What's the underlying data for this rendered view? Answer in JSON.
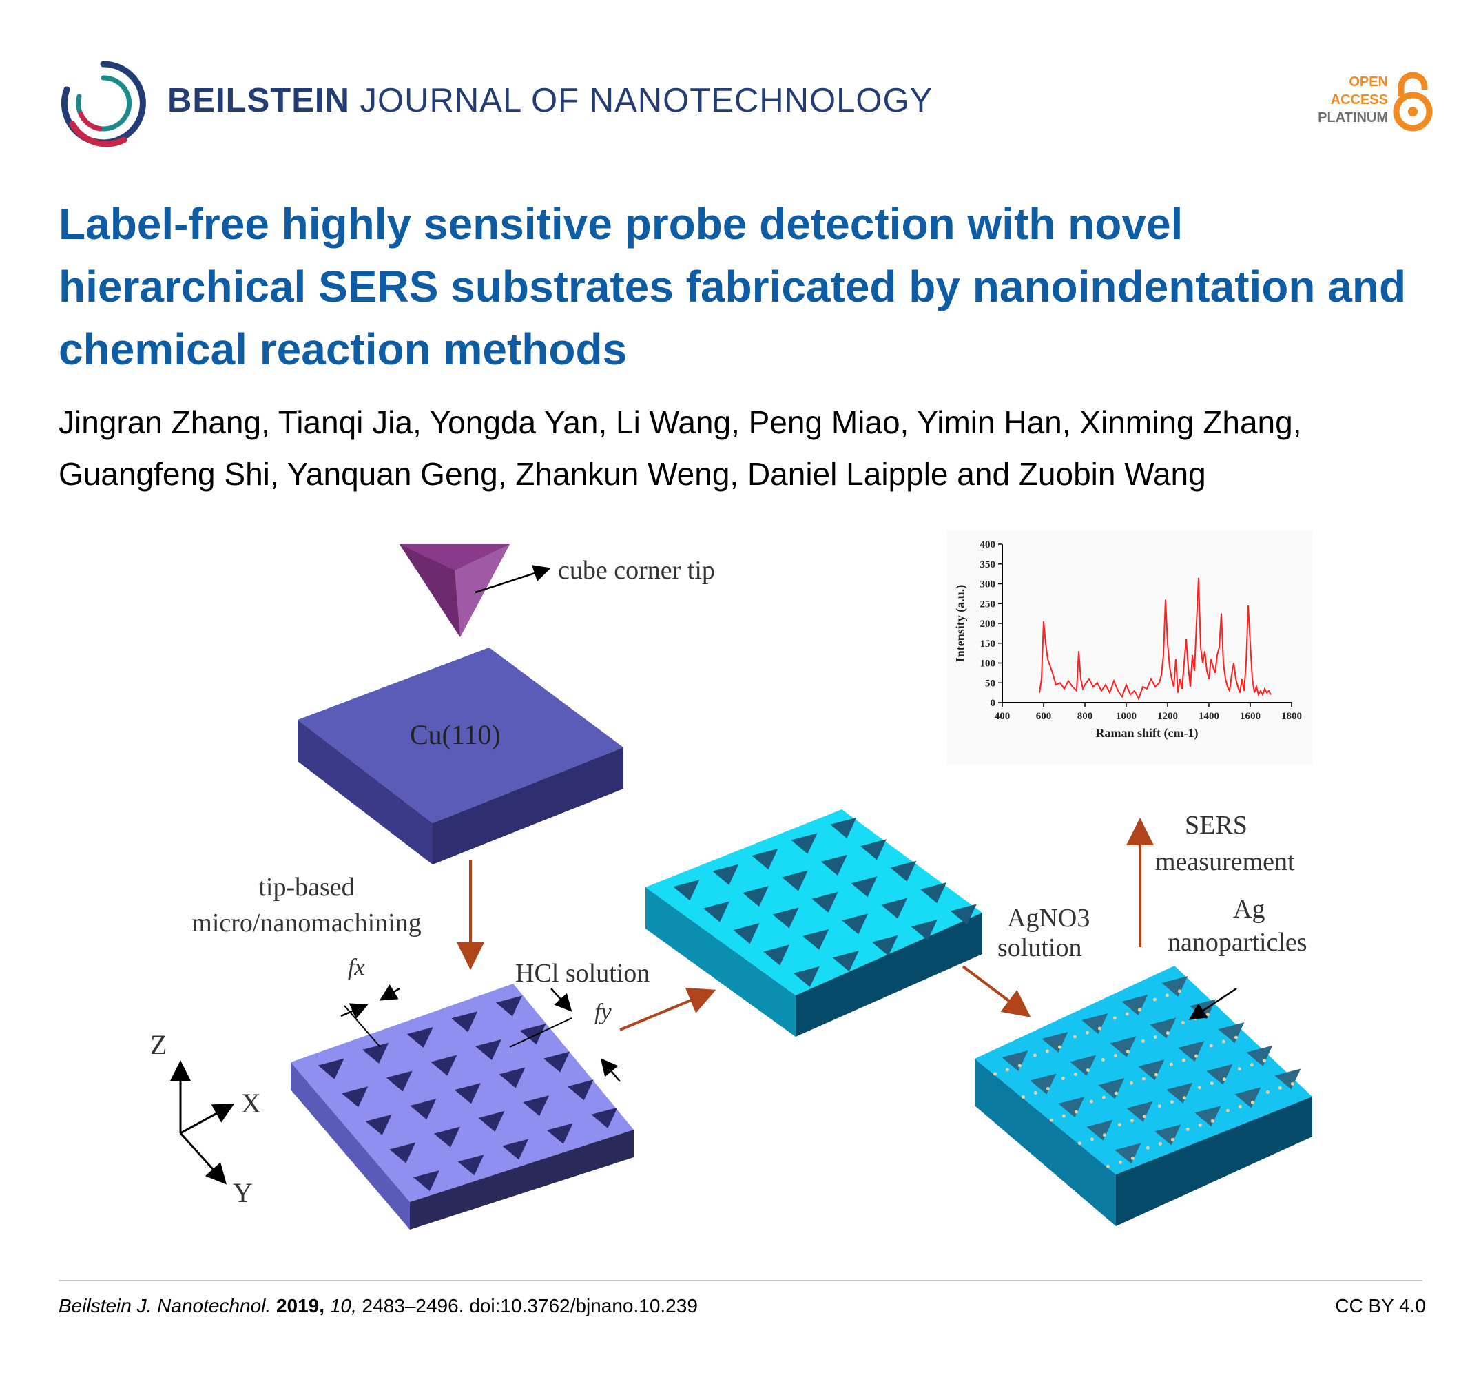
{
  "header": {
    "journal_bold": "BEILSTEIN",
    "journal_rest": " JOURNAL OF NANOTECHNOLOGY",
    "badge": {
      "line1": "OPEN",
      "line2": "ACCESS",
      "line3": "PLATINUM"
    }
  },
  "article": {
    "title": "Label-free highly sensitive probe detection with novel hierarchical SERS substrates fabricated by nanoindentation and chemical reaction methods",
    "authors": "Jingran Zhang, Tianqi Jia, Yongda Yan, Li Wang, Peng Miao, Yimin Han, Xinming Zhang, Guangfeng Shi, Yanquan Geng, Zhankun Weng, Daniel Laipple and Zuobin Wang"
  },
  "figure": {
    "tip_label": "cube corner tip",
    "cu_label": "Cu(110)",
    "step1_line1": "tip-based",
    "step1_line2": "micro/nanomachining",
    "fx_label": "fx",
    "fy_label": "fy",
    "axis_z": "Z",
    "axis_x": "X",
    "axis_y": "Y",
    "hcl_label": "HCl solution",
    "agno3_line1": "AgNO3",
    "agno3_line2": "solution",
    "sers_line1": "SERS",
    "sers_line2": "measurement",
    "ag_line1": "Ag",
    "ag_line2": "nanoparticles"
  },
  "chart_data": {
    "type": "line",
    "xlabel": "Raman shift (cm-1)",
    "ylabel": "Intensity (a.u.)",
    "xlim": [
      400,
      1800
    ],
    "ylim": [
      0,
      400
    ],
    "xticks": [
      400,
      600,
      800,
      1000,
      1200,
      1400,
      1600,
      1800
    ],
    "yticks": [
      0,
      50,
      100,
      150,
      200,
      250,
      300,
      350,
      400
    ],
    "series": [
      {
        "color": "#ff2020",
        "x": [
          580,
          590,
          600,
          610,
          620,
          640,
          660,
          680,
          700,
          720,
          740,
          760,
          770,
          780,
          790,
          800,
          820,
          840,
          860,
          880,
          900,
          920,
          940,
          960,
          980,
          1000,
          1020,
          1040,
          1060,
          1080,
          1100,
          1120,
          1140,
          1160,
          1170,
          1180,
          1190,
          1200,
          1210,
          1220,
          1230,
          1240,
          1250,
          1260,
          1270,
          1280,
          1290,
          1300,
          1310,
          1320,
          1330,
          1340,
          1350,
          1360,
          1370,
          1380,
          1390,
          1400,
          1410,
          1420,
          1430,
          1440,
          1450,
          1460,
          1470,
          1480,
          1490,
          1500,
          1510,
          1520,
          1530,
          1540,
          1550,
          1560,
          1570,
          1580,
          1590,
          1600,
          1610,
          1620,
          1630,
          1640,
          1650,
          1660,
          1670,
          1680,
          1690,
          1700
        ],
        "y": [
          25,
          60,
          205,
          150,
          110,
          80,
          45,
          50,
          35,
          55,
          40,
          30,
          130,
          60,
          35,
          45,
          60,
          40,
          50,
          30,
          45,
          25,
          55,
          30,
          15,
          45,
          20,
          30,
          10,
          40,
          35,
          60,
          40,
          50,
          70,
          120,
          260,
          150,
          90,
          60,
          40,
          110,
          25,
          60,
          35,
          100,
          160,
          90,
          40,
          120,
          80,
          200,
          315,
          140,
          100,
          130,
          80,
          60,
          110,
          90,
          75,
          120,
          140,
          225,
          100,
          60,
          40,
          30,
          70,
          100,
          60,
          40,
          25,
          60,
          30,
          100,
          245,
          150,
          60,
          25,
          40,
          20,
          30,
          20,
          35,
          25,
          30,
          20
        ]
      }
    ]
  },
  "footer": {
    "journal_abbrev": "Beilstein J. Nanotechnol.",
    "year": "2019,",
    "volume": "10,",
    "pages_doi": "2483–2496. doi:10.3762/bjnano.10.239",
    "license": "CC BY 4.0"
  },
  "colors": {
    "title": "#0e5ca3",
    "journal": "#233d74",
    "badge_orange": "#f18a21",
    "cu_block": "#5b5cb8",
    "pitted_block": "#8f8ff0",
    "cyan_block": "#18dcf5",
    "ag_block": "#16c4f2",
    "arrow": "#b0441a"
  }
}
